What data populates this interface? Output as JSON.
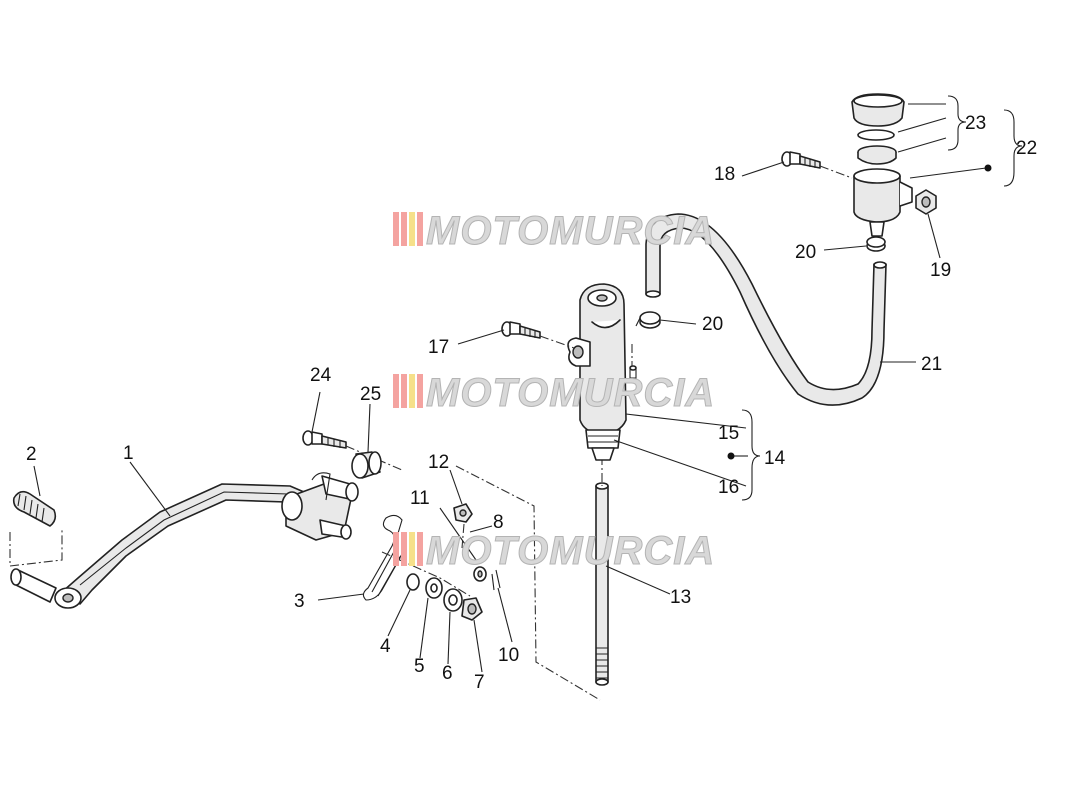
{
  "watermark": {
    "text": "MOTOMURCIA"
  },
  "callouts": {
    "n1": "1",
    "n2": "2",
    "n3": "3",
    "n4": "4",
    "n5": "5",
    "n6": "6",
    "n7": "7",
    "n8": "8",
    "n10": "10",
    "n11": "11",
    "n12": "12",
    "n13": "13",
    "n14": "14",
    "n15": "15",
    "n16": "16",
    "n17": "17",
    "n18": "18",
    "n19": "19",
    "n20a": "20",
    "n20b": "20",
    "n21": "21",
    "n22": "22",
    "n23": "23",
    "n24": "24",
    "n25": "25"
  },
  "colors": {
    "line": "#222222",
    "watermark_red": "#d9534f",
    "watermark_yellow": "#f0d35a"
  }
}
